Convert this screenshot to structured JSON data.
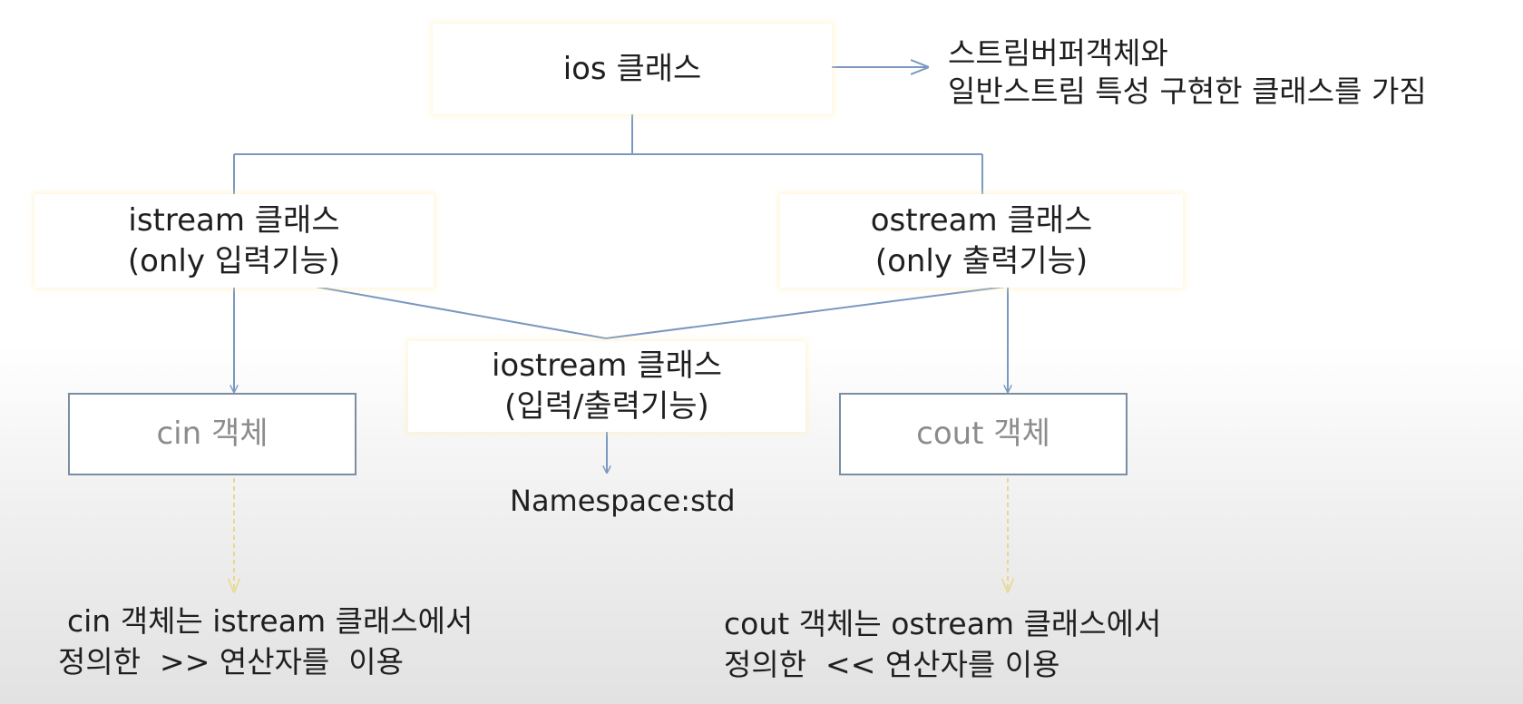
{
  "colors": {
    "connector": "#7a98c0",
    "object_border": "#7a8ea3",
    "object_text": "#8c8c8c",
    "dashed_arrow": "#e8d98a",
    "text": "#1f1f1f"
  },
  "nodes": {
    "ios": {
      "label": "ios 클래스"
    },
    "ios_note": {
      "line1": "스트림버퍼객체와",
      "line2": "일반스트림 특성 구현한 클래스를 가짐"
    },
    "istream": {
      "line1": "istream 클래스",
      "line2": "(only 입력기능)"
    },
    "ostream": {
      "line1": "ostream 클래스",
      "line2": "(only 출력기능)"
    },
    "iostream": {
      "line1": "iostream 클래스",
      "line2": "(입력/출력기능)"
    },
    "cin": {
      "label": "cin 객체"
    },
    "cout": {
      "label": "cout 객체"
    },
    "namespace": {
      "label": "Namespace:std"
    },
    "cin_note": {
      "line1": "cin 객체는 istream 클래스에서",
      "line2": "정의한  >> 연산자를  이용"
    },
    "cout_note": {
      "line1": "cout 객체는 ostream 클래스에서",
      "line2": "정의한  << 연산자를 이용"
    }
  }
}
